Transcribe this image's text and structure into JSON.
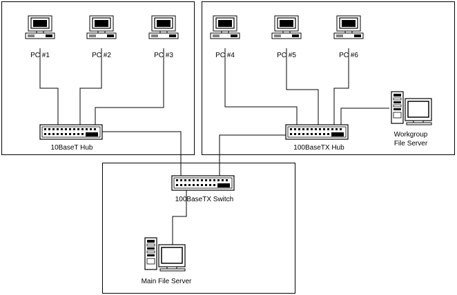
{
  "pcs": [
    {
      "label": "PC #1"
    },
    {
      "label": "PC #2"
    },
    {
      "label": "PC #3"
    },
    {
      "label": "PC #4"
    },
    {
      "label": "PC #5"
    },
    {
      "label": "PC #6"
    }
  ],
  "hubs": {
    "left": {
      "label": "10BaseT Hub"
    },
    "right": {
      "label": "100BaseTX Hub"
    }
  },
  "switch": {
    "label": "100BaseTX Switch"
  },
  "servers": {
    "workgroup": {
      "label_line1": "Workgroup",
      "label_line2": "File Server"
    },
    "main": {
      "label": "Main File Server"
    }
  },
  "colors": {
    "line": "#000000",
    "background": "#ffffff",
    "device_fill": "#ffffff"
  }
}
